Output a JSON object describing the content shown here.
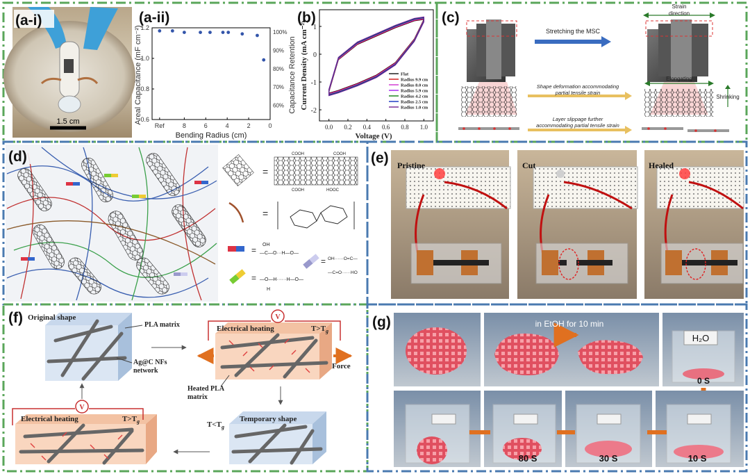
{
  "panels": {
    "a_i": {
      "tag": "(a-i)",
      "scale_bar": "1.5 cm"
    },
    "a_ii": {
      "tag": "(a-ii)"
    },
    "b": {
      "tag": "(b)"
    },
    "c": {
      "tag": "(c)",
      "arrow_top": "Stretching the MSC",
      "strain_line1": "Strain",
      "strain_line2": "direction",
      "elongating": "Elongating",
      "shrinking": "Shrinking",
      "shape_deform_line1": "Shape deformation accommodating",
      "shape_deform_line2": "partial tensile strain",
      "layer_slip_line1": "Layer slippage further",
      "layer_slip_line2": "accommodating partial tensile strain"
    },
    "d": {
      "tag": "(d)",
      "equals": "=",
      "cooh": "COOH",
      "hooc": "HOOC",
      "acid_line1": "OH",
      "acid_line2": "—C—O···H—O—",
      "acid_dimer_line1": "OH······O=C—",
      "acid_dimer_line2": "—C=O······HO",
      "hydroxyl_line1": "—O—H······H—O—",
      "hydroxyl_line2": "H"
    },
    "e": {
      "tag": "(e)",
      "pristine": "Pristine",
      "cut": "Cut",
      "healed": "Healed"
    },
    "f": {
      "tag": "(f)",
      "original_shape": "Original shape",
      "pla_matrix": "PLA matrix",
      "agc_line1": "Ag@C NFs",
      "agc_line2": "network",
      "electrical_heating": "Electrical heating",
      "t_gt_tg": "T>T",
      "t_lt_tg": "T<T",
      "g_sub": "g",
      "force": "Force",
      "heated_line1": "Heated PLA",
      "heated_line2": "matrix",
      "temporary_shape": "Temporary shape",
      "voltmeter": "V"
    },
    "g": {
      "tag": "(g)",
      "in_etoh": "in EtOH for 10 min",
      "h2o": "H₂O",
      "t0": "0 S",
      "t10": "10 S",
      "t30": "30 S",
      "t80": "80 S"
    }
  },
  "chart_data": [
    {
      "type": "scatter",
      "xlabel": "Bending Radius (cm)",
      "ylabel": "Areal Capacitance (mF cm⁻²)",
      "ylabel_right": "Capacitance Retention",
      "x_tick_labels": [
        "Ref",
        "8",
        "6",
        "4",
        "2",
        "0"
      ],
      "y_ticks": [
        0.6,
        0.8,
        1.0,
        1.2
      ],
      "y_tick_labels": [
        "0.6",
        "0.8",
        "1.0",
        "1.2"
      ],
      "y_right_tick_labels": [
        "100%",
        "90%",
        "80%",
        "70%",
        "60%"
      ],
      "ylim": [
        0.6,
        1.2
      ],
      "y2lim": [
        50,
        100
      ],
      "x": [
        "Ref",
        9.9,
        8.0,
        6.5,
        5.9,
        4.2,
        3.9,
        2.5,
        1.0,
        0.5
      ],
      "x_numeric_positions": [
        10.3,
        9.1,
        8.0,
        6.5,
        5.6,
        4.4,
        3.9,
        2.6,
        1.2,
        0.6
      ],
      "y": [
        1.18,
        1.18,
        1.17,
        1.17,
        1.17,
        1.17,
        1.17,
        1.16,
        1.15,
        0.99
      ],
      "marker_color": "#3355aa"
    },
    {
      "type": "line",
      "xlabel": "Voltage (V)",
      "ylabel": "Current Density (mA cm⁻²)",
      "x_ticks": [
        0.0,
        0.2,
        0.4,
        0.6,
        0.8,
        1.0
      ],
      "x_tick_labels": [
        "0.0",
        "0.2",
        "0.4",
        "0.6",
        "0.8",
        "1.0"
      ],
      "y_ticks": [
        -2,
        -1,
        0,
        1
      ],
      "y_tick_labels": [
        "-2",
        "-1",
        "0",
        "1"
      ],
      "xlim": [
        -0.1,
        1.1
      ],
      "ylim": [
        -2.4,
        1.6
      ],
      "legend_position": "bottom-right",
      "series": [
        {
          "name": "Flat",
          "color": "#111111"
        },
        {
          "name": "Radius 9.9 cm",
          "color": "#d01010"
        },
        {
          "name": "Radius 8.0 cm",
          "color": "#d030d0"
        },
        {
          "name": "Radius 5.9 cm",
          "color": "#a020f0"
        },
        {
          "name": "Radius 4.2 cm",
          "color": "#108010"
        },
        {
          "name": "Radius 2.5 cm",
          "color": "#1030c0"
        },
        {
          "name": "Radius 1.0 cm",
          "color": "#702090"
        }
      ],
      "cv_upper": {
        "x": [
          0.0,
          0.1,
          0.3,
          0.5,
          0.7,
          0.9,
          1.0
        ],
        "y": [
          -1.35,
          -0.2,
          0.35,
          0.65,
          0.95,
          1.2,
          1.25
        ]
      },
      "cv_lower": {
        "x": [
          0.0,
          0.1,
          0.3,
          0.5,
          0.7,
          0.9,
          1.0
        ],
        "y": [
          -1.4,
          -1.3,
          -1.05,
          -0.75,
          -0.3,
          0.55,
          1.25
        ]
      }
    }
  ]
}
